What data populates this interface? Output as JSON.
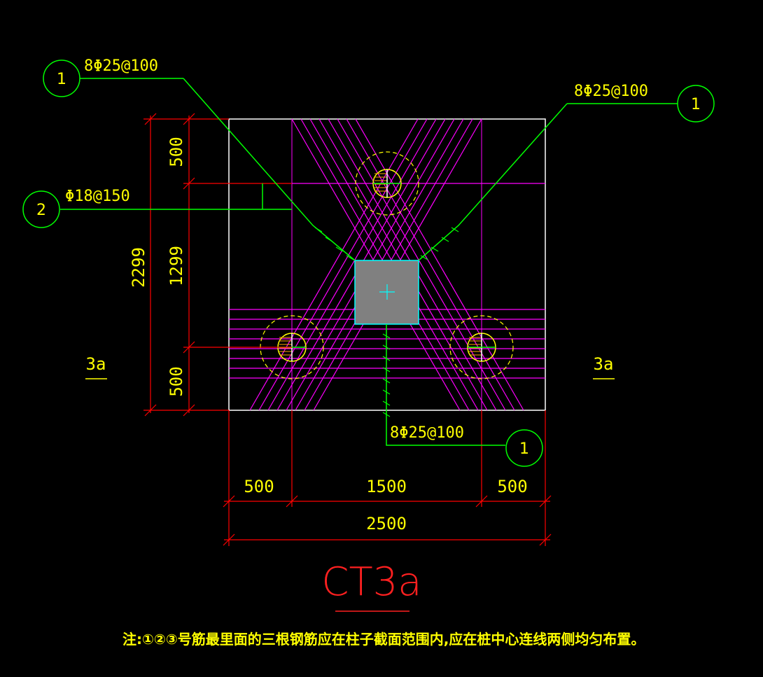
{
  "drawing": {
    "title": "CT3a",
    "section_mark_left": "3a",
    "section_mark_right": "3a",
    "note": "注:①②③号筋最里面的三根钢筋应在柱子截面范围内,应在桩中心连线两侧均匀布置。",
    "callouts": {
      "top_left": {
        "number": "1",
        "text": "8Φ25@100"
      },
      "top_right": {
        "number": "1",
        "text": "8Φ25@100"
      },
      "left": {
        "number": "2",
        "text": "Φ18@150"
      },
      "bottom": {
        "number": "1",
        "text": "8Φ25@100"
      }
    },
    "dimensions": {
      "vertical_total": "2299",
      "vertical_top": "500",
      "vertical_mid": "1299",
      "vertical_bottom": "500",
      "horizontal_left": "500",
      "horizontal_mid": "1500",
      "horizontal_right": "500",
      "horizontal_total": "2500"
    },
    "colors": {
      "background": "#000000",
      "outline": "#ffffff",
      "rebar": "#ff00ff",
      "dimension_line": "#ff0000",
      "dimension_text": "#ffff00",
      "leader": "#00ff00",
      "column": "#808080",
      "column_border": "#00ffff",
      "pile": "#ffff00"
    }
  }
}
